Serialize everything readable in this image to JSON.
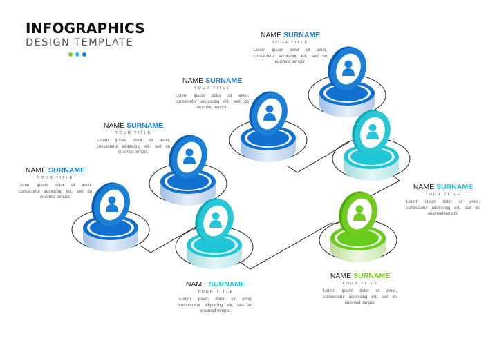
{
  "header": {
    "title": "INFOGRAPHICS",
    "subtitle": "DESIGN TEMPLATE",
    "dots": [
      "#7ed321",
      "#1ec8d8",
      "#1a7fd6"
    ]
  },
  "colors": {
    "blue": "#1170d0",
    "blue_dark": "#0b5bb0",
    "teal": "#1ec6d6",
    "teal_dark": "#13a7b6",
    "green": "#66cc1e",
    "green_dark": "#4daa0e",
    "line": "#222222"
  },
  "people": [
    {
      "first": "NAME",
      "surname": "SURNAME",
      "title": "YOUR TITLE",
      "desc": "Lorem ipsum dolor sit amet, consectetur adipiscing elit, sed do eiusmod tempor.",
      "accent": "#1a7fd6"
    },
    {
      "first": "NAME",
      "surname": "SURNAME",
      "title": "YOUR TITLE",
      "desc": "Lorem ipsum dolor sit amet, consectetur adipiscing elit, sed do eiusmod tempor.",
      "accent": "#1a7fd6"
    },
    {
      "first": "NAME",
      "surname": "SURNAME",
      "title": "YOUR TITLE",
      "desc": "Lorem ipsum dolor sit amet, consectetur adipiscing elit, sed do eiusmod tempor.",
      "accent": "#1a7fd6"
    },
    {
      "first": "NAME",
      "surname": "SURNAME",
      "title": "YOUR TITLE",
      "desc": "Lorem ipsum dolor sit amet, consectetur adipiscing elit, sed do eiusmod tempor.",
      "accent": "#1a7fd6"
    },
    {
      "first": "NAME",
      "surname": "SURNAME",
      "title": "YOUR TITLE",
      "desc": "Lorem ipsum dolor sit amet, consectetur adipiscing elit, sed do eiusmod tempor.",
      "accent": "#1ec8d8"
    },
    {
      "first": "NAME",
      "surname": "SURNAME",
      "title": "YOUR TITLE",
      "desc": "Lorem ipsum dolor sit amet, consectetur adipiscing elit, sed do eiusmod tempor.",
      "accent": "#1ec8d8"
    },
    {
      "first": "NAME",
      "surname": "SURNAME",
      "title": "YOUR TITLE",
      "desc": "Lorem ipsum dolor sit amet, consectetur adipiscing elit, sed do eiusmod tempor.",
      "accent": "#72cc20"
    }
  ]
}
